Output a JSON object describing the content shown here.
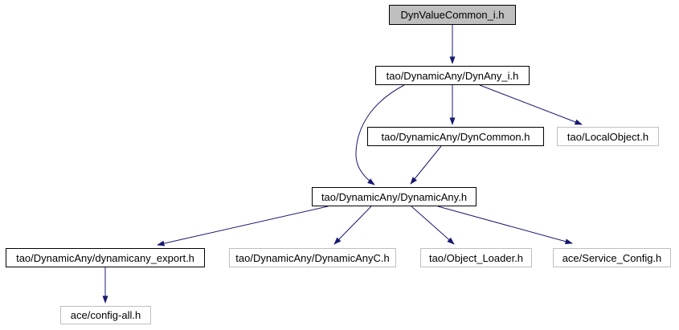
{
  "diagram": {
    "kind": "include-dependency-graph",
    "background_color": "#ffffff",
    "edge_color": "#191970",
    "node_fill": "#ffffff",
    "current_node_fill": "#bfbfbf",
    "documented_node_border": "#000000",
    "undocumented_node_border": "#bfbfbf",
    "text_color": "#000000"
  },
  "nodes": [
    {
      "id": "dynvaluecommon_i",
      "label": "DynValueCommon_i.h",
      "role": "current"
    },
    {
      "id": "dynany_i",
      "label": "tao/DynamicAny/DynAny_i.h",
      "role": "documented"
    },
    {
      "id": "dyncommon",
      "label": "tao/DynamicAny/DynCommon.h",
      "role": "documented"
    },
    {
      "id": "localobject",
      "label": "tao/LocalObject.h",
      "role": "undocumented"
    },
    {
      "id": "dynamicany",
      "label": "tao/DynamicAny/DynamicAny.h",
      "role": "documented"
    },
    {
      "id": "dynamicany_export",
      "label": "tao/DynamicAny/dynamicany_export.h",
      "role": "documented"
    },
    {
      "id": "dynamicanyc",
      "label": "tao/DynamicAny/DynamicAnyC.h",
      "role": "undocumented"
    },
    {
      "id": "object_loader",
      "label": "tao/Object_Loader.h",
      "role": "undocumented"
    },
    {
      "id": "service_config",
      "label": "ace/Service_Config.h",
      "role": "undocumented"
    },
    {
      "id": "config_all",
      "label": "ace/config-all.h",
      "role": "undocumented"
    }
  ],
  "edges": [
    {
      "from": "DynValueCommon_i.h",
      "to": "tao/DynamicAny/DynAny_i.h"
    },
    {
      "from": "tao/DynamicAny/DynAny_i.h",
      "to": "tao/DynamicAny/DynCommon.h"
    },
    {
      "from": "tao/DynamicAny/DynAny_i.h",
      "to": "tao/LocalObject.h"
    },
    {
      "from": "tao/DynamicAny/DynAny_i.h",
      "to": "tao/DynamicAny/DynamicAny.h"
    },
    {
      "from": "tao/DynamicAny/DynCommon.h",
      "to": "tao/DynamicAny/DynamicAny.h"
    },
    {
      "from": "tao/DynamicAny/DynamicAny.h",
      "to": "tao/DynamicAny/dynamicany_export.h"
    },
    {
      "from": "tao/DynamicAny/DynamicAny.h",
      "to": "tao/DynamicAny/DynamicAnyC.h"
    },
    {
      "from": "tao/DynamicAny/DynamicAny.h",
      "to": "tao/Object_Loader.h"
    },
    {
      "from": "tao/DynamicAny/DynamicAny.h",
      "to": "ace/Service_Config.h"
    },
    {
      "from": "tao/DynamicAny/dynamicany_export.h",
      "to": "ace/config-all.h"
    }
  ]
}
